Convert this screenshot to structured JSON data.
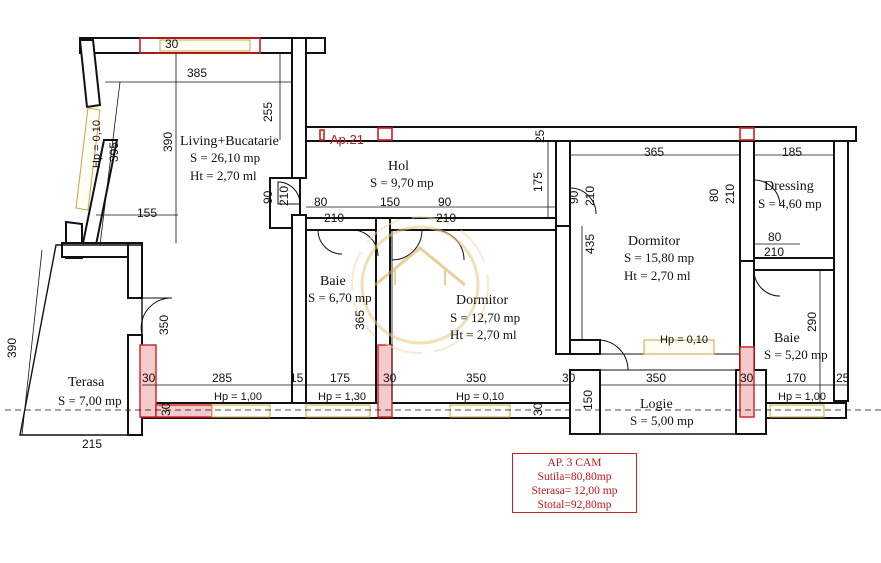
{
  "apartment_tag": "Ap.21",
  "rooms": [
    {
      "name": "Living+Bucatarie",
      "area": "S = 26,10 mp",
      "height": "Ht = 2,70 ml"
    },
    {
      "name": "Hol",
      "area": "S = 9,70 mp"
    },
    {
      "name": "Baie",
      "area": "S = 6,70 mp"
    },
    {
      "name": "Dormitor",
      "area": "S = 12,70 mp",
      "height": "Ht = 2,70 ml"
    },
    {
      "name": "Dormitor",
      "area": "S = 15,80 mp",
      "height": "Ht = 2,70 ml"
    },
    {
      "name": "Dressing",
      "area": "S = 4,60 mp"
    },
    {
      "name": "Baie",
      "area": "S = 5,20 mp"
    },
    {
      "name": "Logie",
      "area": "S = 5,00 mp"
    },
    {
      "name": "Terasa",
      "area": "S = 7,00 mp"
    }
  ],
  "dimensions": {
    "top_30": "30",
    "living_width": "385",
    "living_side": "255",
    "living_height": "390",
    "hp_010_left": "Hp = 0,10",
    "left_395": "395",
    "left_155": "155",
    "terasa_390": "390",
    "terasa_350": "350",
    "bottom_215": "215",
    "hol_25": "25",
    "hol_175": "175",
    "hol_90a": "90",
    "hol_210a": "210",
    "hol_80": "80",
    "hol_210b": "210",
    "hol_150": "150",
    "hol_90b": "90",
    "hol_210c": "210",
    "baie_365": "365",
    "dorm_365": "365",
    "dorm_435": "435",
    "dorm_90": "90",
    "dorm_210": "210",
    "dress_185": "185",
    "dress_80": "80",
    "dress_210": "210",
    "dress_80b": "80",
    "dress_210b": "210",
    "baie2_290": "290",
    "row_30a": "30",
    "row_285": "285",
    "row_15": "15",
    "row_175": "175",
    "row_350a": "350",
    "row_30b": "30",
    "row_30c": "30",
    "row_350b": "350",
    "row_30d": "30",
    "row_170": "170",
    "row_25": "25",
    "bot_30a": "30",
    "bot_30b": "30",
    "logie_150": "150"
  },
  "windows": {
    "hp_100_a": "Hp = 1,00",
    "hp_130": "Hp = 1,30",
    "hp_010_b": "Hp = 0,10",
    "hp_010_c": "Hp = 0,10",
    "hp_100_b": "Hp = 1,00"
  },
  "summary": {
    "title": "AP. 3 CAM",
    "sutila": "Sutila=80,80mp",
    "sterasa": "Sterasa= 12,00 mp",
    "stotal": "Stotal=92,80mp"
  }
}
